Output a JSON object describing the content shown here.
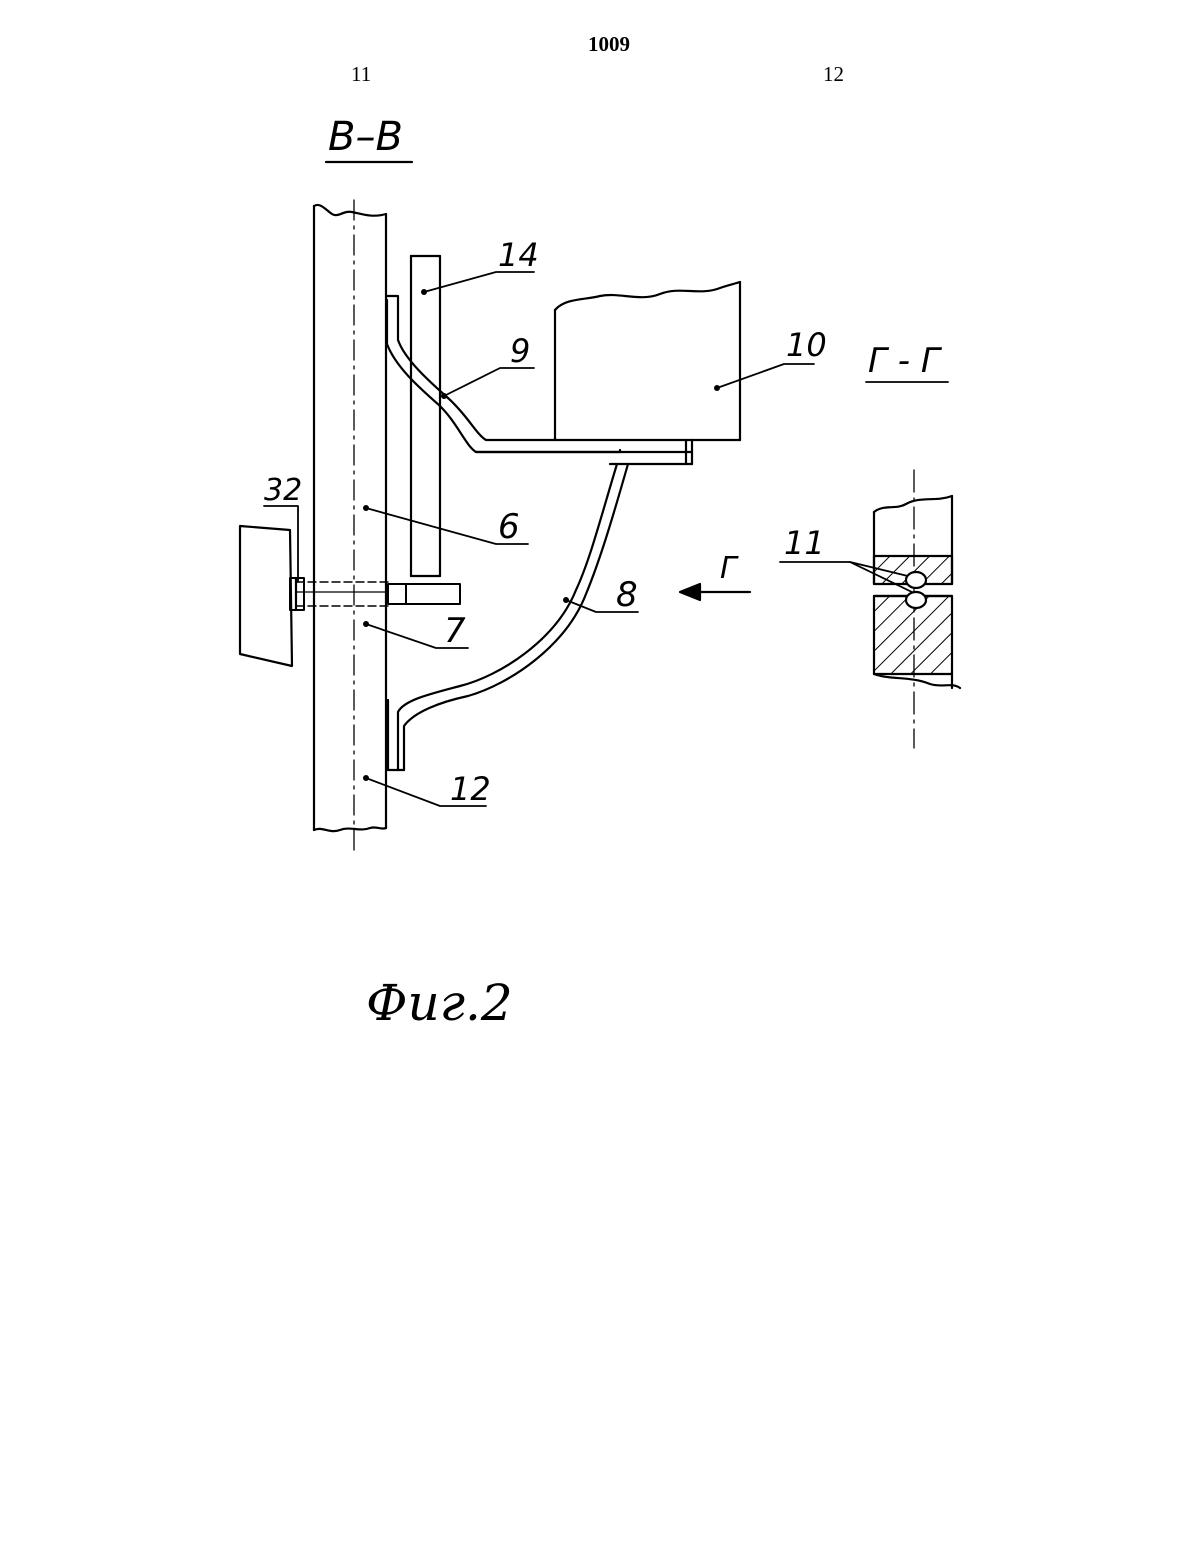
{
  "header": {
    "page_number": "1009",
    "column_left": "11",
    "column_right": "12"
  },
  "drawing": {
    "section_main": "В–В",
    "section_detail": "Г - Г",
    "view_arrow": "Г",
    "callouts": {
      "c14": "14",
      "c9": "9",
      "c10": "10",
      "c32": "32",
      "c6": "6",
      "c7": "7",
      "c8": "8",
      "c11": "11",
      "c12": "12"
    },
    "caption": "Фиг.2"
  }
}
